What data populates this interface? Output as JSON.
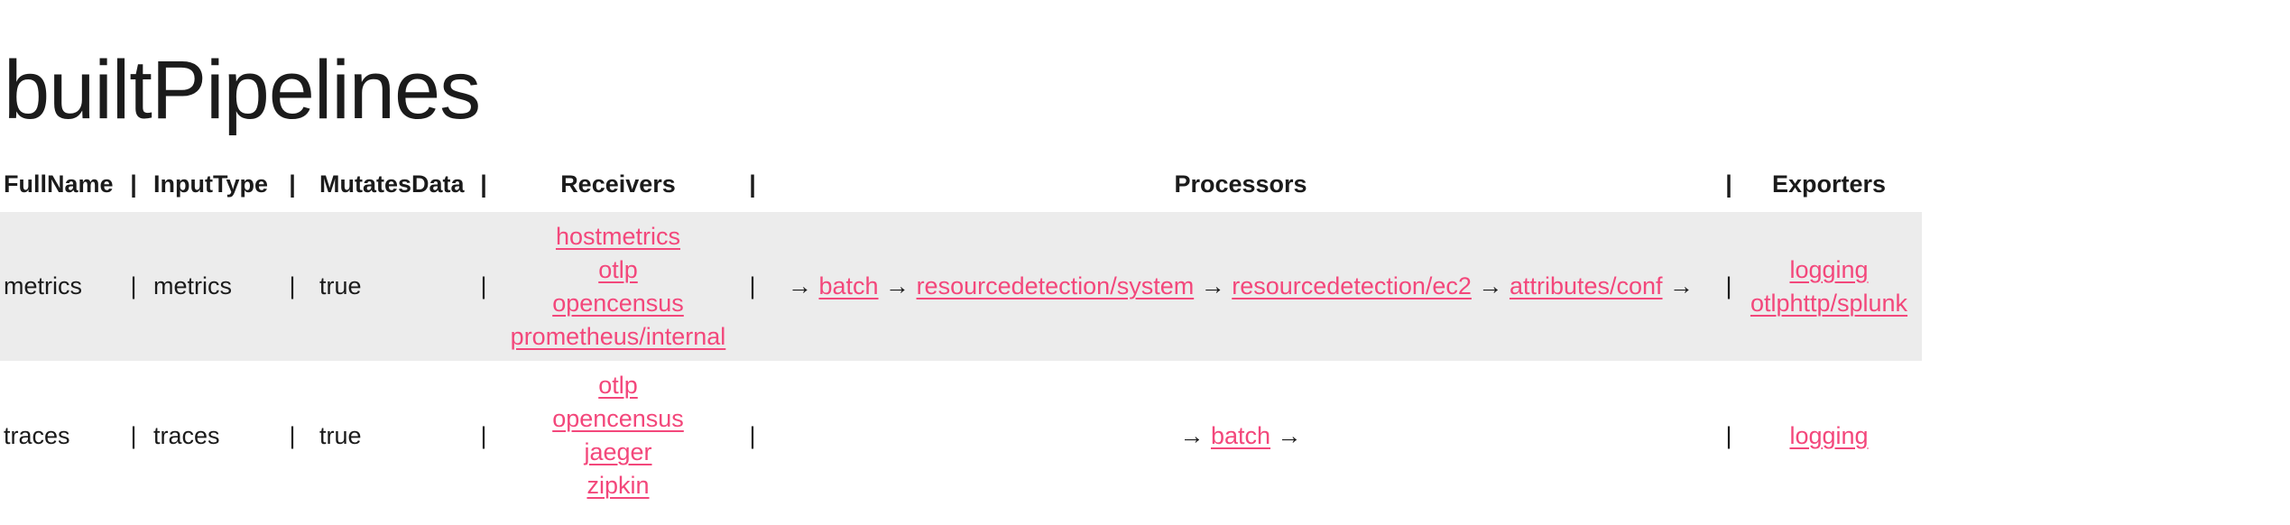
{
  "title": "builtPipelines",
  "glyphs": {
    "pipe": "|",
    "arrow": "→"
  },
  "colors": {
    "link": "#f3477b",
    "row_alt_bg": "#ececec",
    "text": "#1b1b1b"
  },
  "table": {
    "headers": {
      "fullName": "FullName",
      "inputType": "InputType",
      "mutatesData": "MutatesData",
      "receivers": "Receivers",
      "processors": "Processors",
      "exporters": "Exporters"
    },
    "rows": [
      {
        "fullName": "metrics",
        "inputType": "metrics",
        "mutatesData": "true",
        "receivers": [
          "hostmetrics",
          "otlp",
          "opencensus",
          "prometheus/internal"
        ],
        "processors": [
          "batch",
          "resourcedetection/system",
          "resourcedetection/ec2",
          "attributes/conf"
        ],
        "exporters": [
          "logging",
          "otlphttp/splunk"
        ]
      },
      {
        "fullName": "traces",
        "inputType": "traces",
        "mutatesData": "true",
        "receivers": [
          "otlp",
          "opencensus",
          "jaeger",
          "zipkin"
        ],
        "processors": [
          "batch"
        ],
        "exporters": [
          "logging"
        ]
      }
    ]
  }
}
